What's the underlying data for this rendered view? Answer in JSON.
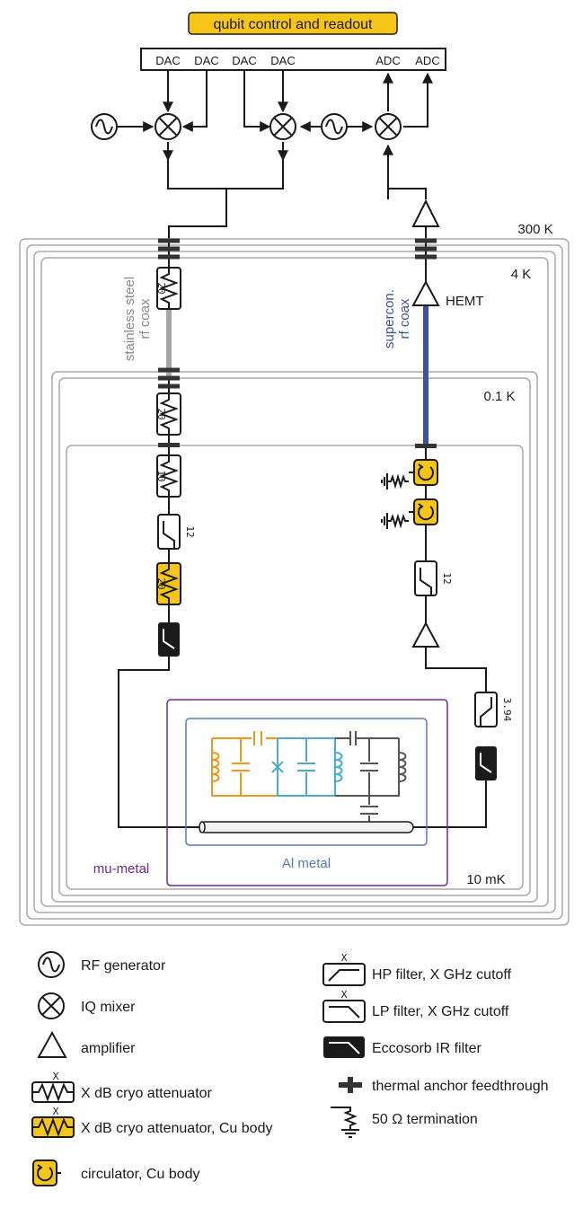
{
  "title": "qubit control and readout",
  "dacs": [
    "DAC",
    "DAC",
    "DAC",
    "DAC"
  ],
  "adcs": [
    "ADC",
    "ADC"
  ],
  "stages": {
    "room": "300 K",
    "k4": "4 K",
    "k01": "0.1 K",
    "mk10": "10 mK"
  },
  "lines": {
    "input_coax": "stainless steel",
    "input_coax2": "rf coax",
    "output_coax": "supercon.",
    "output_coax2": "rf coax",
    "hemt": "HEMT"
  },
  "components": {
    "att_4k": "20",
    "att_01k_a": "20",
    "att_01k_b": "10",
    "lp_in": "12",
    "att_cu": "20",
    "lp_out": "12",
    "hp_out": "3.94"
  },
  "shields": {
    "mu_metal": "mu-metal",
    "al_metal": "Al metal"
  },
  "legend": {
    "left": [
      {
        "icon": "rf-generator-icon",
        "label": "RF generator"
      },
      {
        "icon": "iq-mixer-icon",
        "label": "IQ mixer"
      },
      {
        "icon": "amplifier-icon",
        "label": "amplifier"
      },
      {
        "icon": "attenuator-icon",
        "label": "X dB cryo attenuator"
      },
      {
        "icon": "cu-attenuator-icon",
        "label": "X dB cryo attenuator, Cu body"
      },
      {
        "icon": "circulator-icon",
        "label": "circulator, Cu body"
      }
    ],
    "right": [
      {
        "icon": "hp-filter-icon",
        "label": "HP filter, X GHz cutoff"
      },
      {
        "icon": "lp-filter-icon",
        "label": "LP filter, X GHz cutoff"
      },
      {
        "icon": "eccosorb-filter-icon",
        "label": "Eccosorb IR filter"
      },
      {
        "icon": "feedthrough-icon",
        "label": "thermal anchor feedthrough"
      },
      {
        "icon": "termination-icon",
        "label": "50 Ω termination"
      }
    ],
    "x_marker": "X"
  },
  "colors": {
    "gold": "#f5c518",
    "input_line": "#a6a6a6",
    "output_line": "#3d52a0",
    "orange": "#f0961e",
    "cyan": "#4aabcf",
    "purple": "#6a2b8f",
    "blue_box": "#5a78b8",
    "stage_box": "#a8a8a8"
  }
}
